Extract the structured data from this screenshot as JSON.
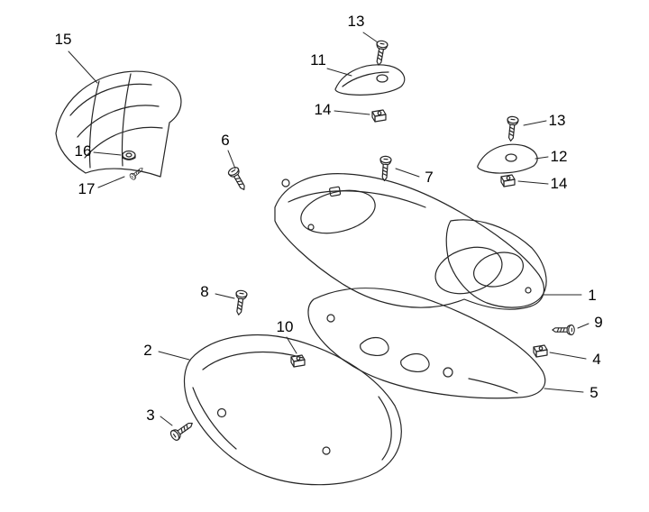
{
  "colors": {
    "line": "#262626",
    "label": "#000000",
    "background": "#ffffff"
  },
  "callouts": [
    {
      "label": "15"
    },
    {
      "label": "13"
    },
    {
      "label": "11"
    },
    {
      "label": "14"
    },
    {
      "label": "16"
    },
    {
      "label": "6"
    },
    {
      "label": "7"
    },
    {
      "label": "13"
    },
    {
      "label": "17"
    },
    {
      "label": "12"
    },
    {
      "label": "14"
    },
    {
      "label": "8"
    },
    {
      "label": "1"
    },
    {
      "label": "9"
    },
    {
      "label": "2"
    },
    {
      "label": "10"
    },
    {
      "label": "4"
    },
    {
      "label": "5"
    },
    {
      "label": "3"
    }
  ]
}
